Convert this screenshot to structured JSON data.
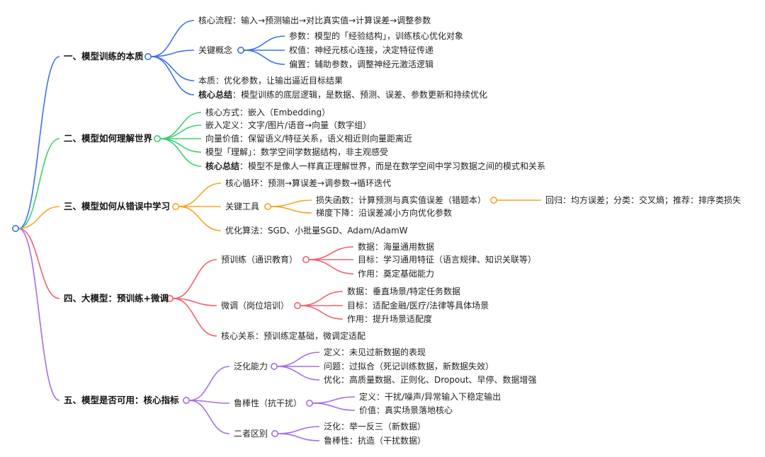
{
  "colors": {
    "blue": "#3b72e8",
    "green": "#3ccf6e",
    "orange": "#f5a623",
    "red": "#f0616b",
    "purple": "#a56be8",
    "root": "#3b72e8"
  },
  "sections": [
    {
      "id": "s1",
      "color": "blue",
      "title": "一、模型训练的本质",
      "children": [
        {
          "id": "s1a",
          "text": "核心流程：输入→预测输出→对比真实值→计算误差→调整参数"
        },
        {
          "id": "s1b",
          "text": "关键概念",
          "children": [
            {
              "id": "s1b1",
              "text": "参数：模型的「经验结构」，训练核心优化对象"
            },
            {
              "id": "s1b2",
              "text": "权值：神经元核心连接，决定特征传递"
            },
            {
              "id": "s1b3",
              "text": "偏置：辅助参数，调整神经元激活逻辑"
            }
          ]
        },
        {
          "id": "s1c",
          "text": "本质：优化参数，让输出逼近目标结果"
        },
        {
          "id": "s1d",
          "label": "核心总结",
          "text": "：模型训练的底层逻辑，是数据、预测、误差、参数更新和持续优化"
        }
      ]
    },
    {
      "id": "s2",
      "color": "green",
      "title": "二、模型如何理解世界",
      "children": [
        {
          "id": "s2a",
          "text": "核心方式：嵌入（Embedding）"
        },
        {
          "id": "s2b",
          "text": "嵌入定义：文字/图片/语音→向量（数字组）"
        },
        {
          "id": "s2c",
          "text": "向量价值：保留语义/特征关系，语义相近则向量距离近"
        },
        {
          "id": "s2d",
          "text": "模型「理解」：数学空间学数据结构，非主观感受"
        },
        {
          "id": "s2e",
          "label": "核心总结",
          "text": "：模型不是像人一样真正理解世界，而是在数学空间中学习数据之间的模式和关系"
        }
      ]
    },
    {
      "id": "s3",
      "color": "orange",
      "title": "三、模型如何从错误中学习",
      "children": [
        {
          "id": "s3a",
          "text": "核心循环：预测→算误差→调参数→循环迭代"
        },
        {
          "id": "s3b",
          "text": "关键工具",
          "children": [
            {
              "id": "s3b1",
              "text": "损失函数：计算预测与真实值误差（错题本）",
              "children": [
                {
                  "id": "s3b1a",
                  "text": "回归：均方误差；分类：交叉熵；推荐：排序类损失"
                }
              ]
            },
            {
              "id": "s3b2",
              "text": "梯度下降：沿误差减小方向优化参数"
            }
          ]
        },
        {
          "id": "s3c",
          "text": "优化算法：SGD、小批量SGD、Adam/AdamW"
        }
      ]
    },
    {
      "id": "s4",
      "color": "red",
      "title": "四、大模型：预训练+微调",
      "children": [
        {
          "id": "s4a",
          "text": "预训练（通识教育）",
          "children": [
            {
              "id": "s4a1",
              "text": "数据：海量通用数据"
            },
            {
              "id": "s4a2",
              "text": "目标：学习通用特征（语言规律、知识关联等）"
            },
            {
              "id": "s4a3",
              "text": "作用：奠定基础能力"
            }
          ]
        },
        {
          "id": "s4b",
          "text": "微调（岗位培训）",
          "children": [
            {
              "id": "s4b1",
              "text": "数据：垂直场景/特定任务数据"
            },
            {
              "id": "s4b2",
              "text": "目标：适配金融/医疗/法律等具体场景"
            },
            {
              "id": "s4b3",
              "text": "作用：提升场景适配度"
            }
          ]
        },
        {
          "id": "s4c",
          "text": "核心关系：预训练定基础，微调定适配"
        }
      ]
    },
    {
      "id": "s5",
      "color": "purple",
      "title": "五、模型是否可用：核心指标",
      "children": [
        {
          "id": "s5a",
          "text": "泛化能力",
          "children": [
            {
              "id": "s5a1",
              "text": "定义：未见过新数据的表现"
            },
            {
              "id": "s5a2",
              "text": "问题：过拟合（死记训练数据，新数据失效）"
            },
            {
              "id": "s5a3",
              "text": "优化：高质量数据、正则化、Dropout、早停、数据增强"
            }
          ]
        },
        {
          "id": "s5b",
          "text": "鲁棒性（抗干扰）",
          "children": [
            {
              "id": "s5b1",
              "text": "定义：干扰/噪声/异常输入下稳定输出"
            },
            {
              "id": "s5b2",
              "text": "价值：真实场景落地核心"
            }
          ]
        },
        {
          "id": "s5c",
          "text": "二者区别",
          "children": [
            {
              "id": "s5c1",
              "text": "泛化：举一反三（新数据）"
            },
            {
              "id": "s5c2",
              "text": "鲁棒性：抗造（干扰数据）"
            }
          ]
        }
      ]
    }
  ]
}
